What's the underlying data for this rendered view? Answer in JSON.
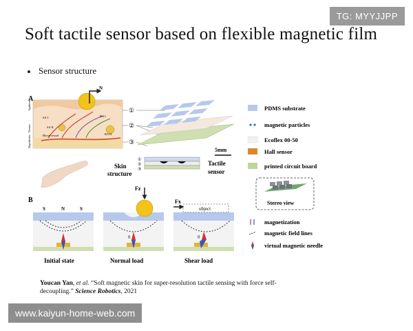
{
  "badges": {
    "tg": "TG: MYYJJPP",
    "url": "www.kaiyun-home-web.com"
  },
  "slide": {
    "title": "Soft tactile sensor based on flexible magnetic film",
    "bullet": "Sensor structure"
  },
  "figure": {
    "panel_a_label": "A",
    "panel_b_label": "B",
    "skin_region_labels": [
      "Epidermis",
      "Dermis",
      "Hypodermis"
    ],
    "receptor_labels": [
      "SA I",
      "RA I",
      "SA II",
      "RA II",
      "Blood vessel"
    ],
    "force_label_top": "N",
    "layer_markers": [
      "①",
      "②",
      "③"
    ],
    "scale_bar": "5mm",
    "skin_caption": [
      "Skin",
      "structure"
    ],
    "tactile_caption": [
      "Tactile",
      "sensor"
    ],
    "legend_top": [
      {
        "label": "PDMS substrate",
        "color": "#b7c9ea"
      },
      {
        "label": "magnetic particles",
        "color": "#2a7f8a"
      },
      {
        "label": "Ecoflex 00-50",
        "color": "#f1f1f1"
      },
      {
        "label": "Hall sensor",
        "color": "#d98a2b"
      },
      {
        "label": "printed circuit board",
        "color": "#bfd59a"
      }
    ],
    "stereo_caption": "Stereo view",
    "pole_labels": [
      "S",
      "N",
      "S"
    ],
    "force_normal": "Fz",
    "force_shear": "Fx",
    "object_label": "object",
    "angle_label": "θ",
    "state_captions": [
      "Initial state",
      "Normal load",
      "Shear load"
    ],
    "legend_bottom": [
      {
        "label": "magnetization"
      },
      {
        "label": "magnetic field lines"
      },
      {
        "label": "virtual magnetic needle"
      }
    ]
  },
  "reference": {
    "author": "Youcan Yan",
    "etal": ", et al.",
    "text": " “Soft magnetic skin for super-resolution tactile sensing with force self-decoupling.” ",
    "journal": "Science Robotics",
    "year": ", 2021"
  }
}
